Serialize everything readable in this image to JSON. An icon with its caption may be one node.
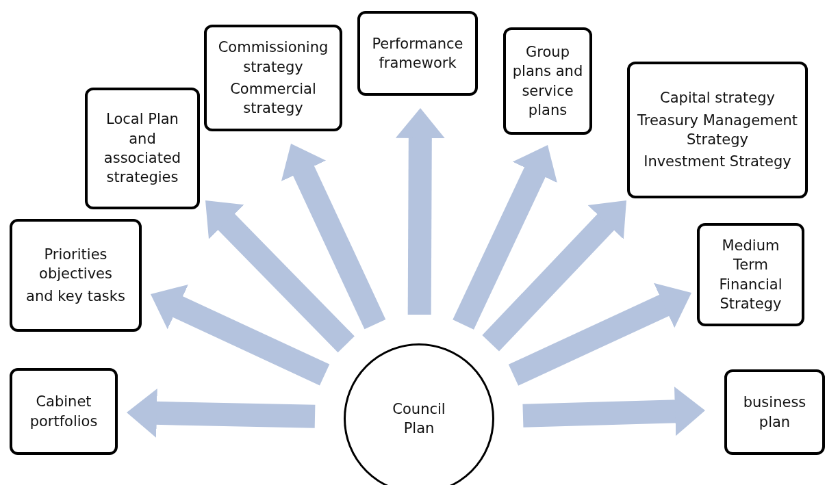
{
  "diagram": {
    "nodes": [
      {
        "text": [
          "Council Plan"
        ]
      },
      {
        "text": [
          "Cabinet portfolios"
        ]
      },
      {
        "text": [
          "Priorities objectives",
          "and key tasks"
        ]
      },
      {
        "text": [
          "Local Plan and associated strategies"
        ]
      },
      {
        "text": [
          "Commissioning strategy",
          "Commercial strategy"
        ]
      },
      {
        "text": [
          "Performance framework"
        ]
      },
      {
        "text": [
          "Group plans and service plans"
        ]
      },
      {
        "text": [
          "Capital strategy",
          "Treasury Management Strategy",
          "Investment Strategy"
        ]
      },
      {
        "text": [
          "Medium Term Financial Strategy"
        ]
      },
      {
        "text": [
          "business plan"
        ]
      }
    ],
    "edges": [
      {
        "from": 0,
        "to": 1,
        "arrow": "to"
      },
      {
        "from": 0,
        "to": 2,
        "arrow": "to"
      },
      {
        "from": 0,
        "to": 3,
        "arrow": "to"
      },
      {
        "from": 0,
        "to": 4,
        "arrow": "to"
      },
      {
        "from": 0,
        "to": 5,
        "arrow": "to"
      },
      {
        "from": 0,
        "to": 6,
        "arrow": "to"
      },
      {
        "from": 0,
        "to": 7,
        "arrow": "to"
      },
      {
        "from": 0,
        "to": 8,
        "arrow": "to"
      },
      {
        "from": 0,
        "to": 9,
        "arrow": "to"
      }
    ]
  }
}
